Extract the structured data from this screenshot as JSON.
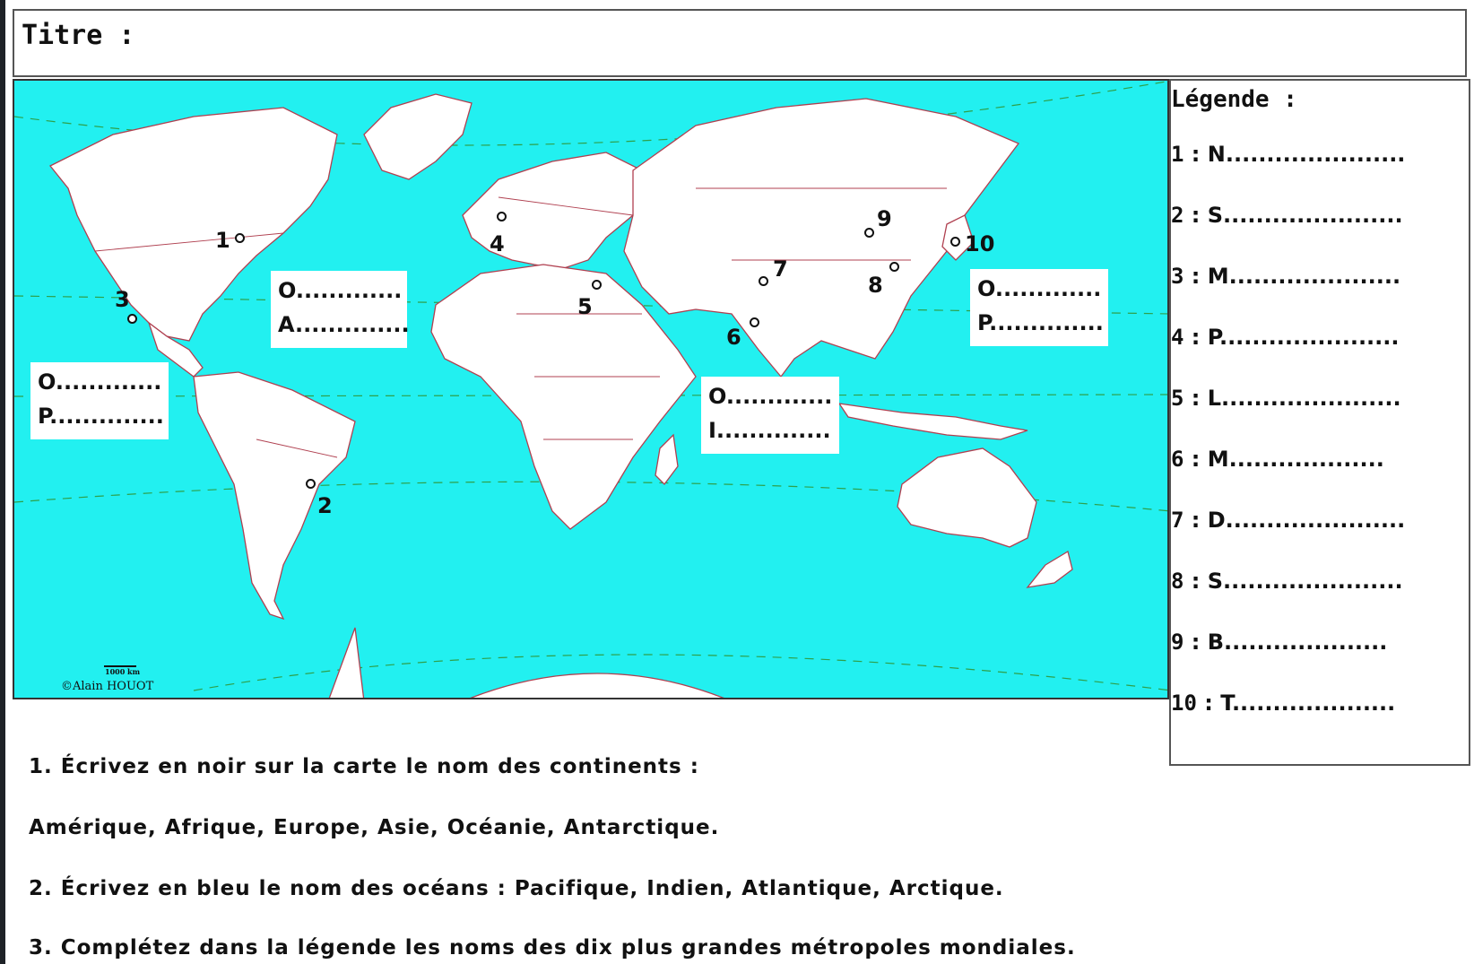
{
  "title_label": "Titre :",
  "map": {
    "ocean_boxes": [
      {
        "line1": "O.............",
        "line2": "A.............."
      },
      {
        "line1": "O.............",
        "line2": "P.............."
      },
      {
        "line1": "O.............",
        "line2": "I.............."
      },
      {
        "line1": "O.............",
        "line2": "P.............."
      }
    ],
    "cities": [
      "1",
      "2",
      "3",
      "4",
      "5",
      "6",
      "7",
      "8",
      "9",
      "10"
    ],
    "scale_label": "1000 km",
    "credit": "©Alain HOUOT",
    "colors": {
      "ocean": "#22f0f0",
      "land": "#ffffff",
      "borders": "#b04050"
    }
  },
  "legend": {
    "title": "Légende  :",
    "items": [
      {
        "num": "1",
        "text": " : N......................"
      },
      {
        "num": "2",
        "text": " : S......................"
      },
      {
        "num": "3",
        "text": " : M....................."
      },
      {
        "num": "4",
        "text": " : P......................"
      },
      {
        "num": "5",
        "text": " : L......................"
      },
      {
        "num": "6",
        "text": " : M..................."
      },
      {
        "num": "7",
        "text": " : D......................"
      },
      {
        "num": "8",
        "text": " : S......................"
      },
      {
        "num": "9",
        "text": " : B...................."
      },
      {
        "num": "10",
        "text": "  : T...................."
      }
    ]
  },
  "instructions": [
    "1. Écrivez en noir sur la carte le nom des continents :",
    "Amérique, Afrique, Europe, Asie, Océanie, Antarctique.",
    "2. Écrivez en bleu le nom des océans : Pacifique, Indien, Atlantique, Arctique.",
    "3. Complétez dans la légende les noms des dix plus grandes métropoles mondiales."
  ]
}
